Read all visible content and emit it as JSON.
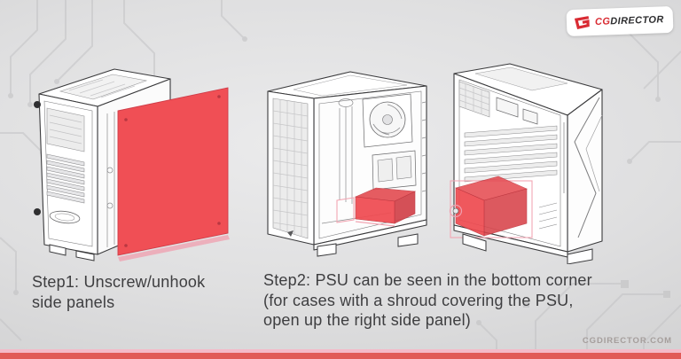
{
  "logo": {
    "cg": "CG",
    "director": "DIRECTOR"
  },
  "watermark": "CGDIRECTOR.COM",
  "steps": [
    {
      "lines": [
        "Step1: Unscrew/unhook",
        "side panels"
      ]
    },
    {
      "lines": [
        "Step2: PSU can be seen in the bottom corner",
        "(for cases with a shroud covering the PSU,",
        "open up the right side panel)"
      ]
    }
  ],
  "colors": {
    "highlight_red": "#F04F55",
    "highlight_red_dark": "#D03E46",
    "footer_red": "#E15A57",
    "footer_pink": "#F4BAC8",
    "logo_red": "#D92B33",
    "text_dark": "#3E3E40",
    "watermark_gray": "#A59E9C",
    "background_gray": "#DCDCDD",
    "line_art": "#3A3A3C"
  }
}
